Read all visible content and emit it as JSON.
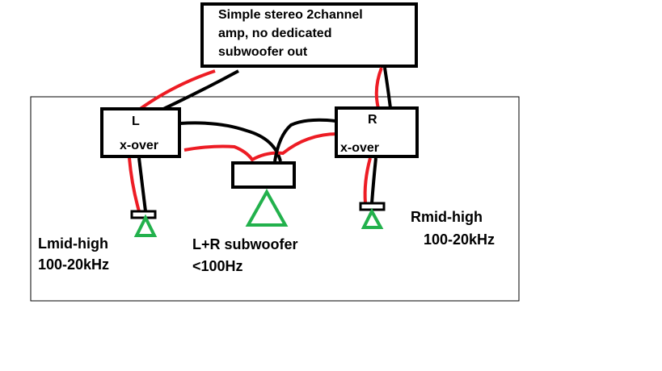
{
  "amp": {
    "line1": "Simple stereo 2channel",
    "line2": "amp, no dedicated",
    "line3": "subwoofer out"
  },
  "left_crossover": {
    "line1": "L",
    "line2": "x-over"
  },
  "right_crossover": {
    "line1": "R",
    "line2": "x-over"
  },
  "left_speaker": {
    "line1": "Lmid-high",
    "line2": "100-20kHz"
  },
  "right_speaker": {
    "line1": "Rmid-high",
    "line2": "100-20kHz"
  },
  "subwoofer": {
    "line1": "L+R subwoofer",
    "line2": "<100Hz"
  },
  "colors": {
    "wire_red": "#ed1c24",
    "wire_black": "#000000",
    "speaker_green": "#22b14c",
    "outline": "#000000"
  },
  "icons": {
    "speaker": "green-triangle-speaker-icon",
    "box": "rectangle-box"
  }
}
